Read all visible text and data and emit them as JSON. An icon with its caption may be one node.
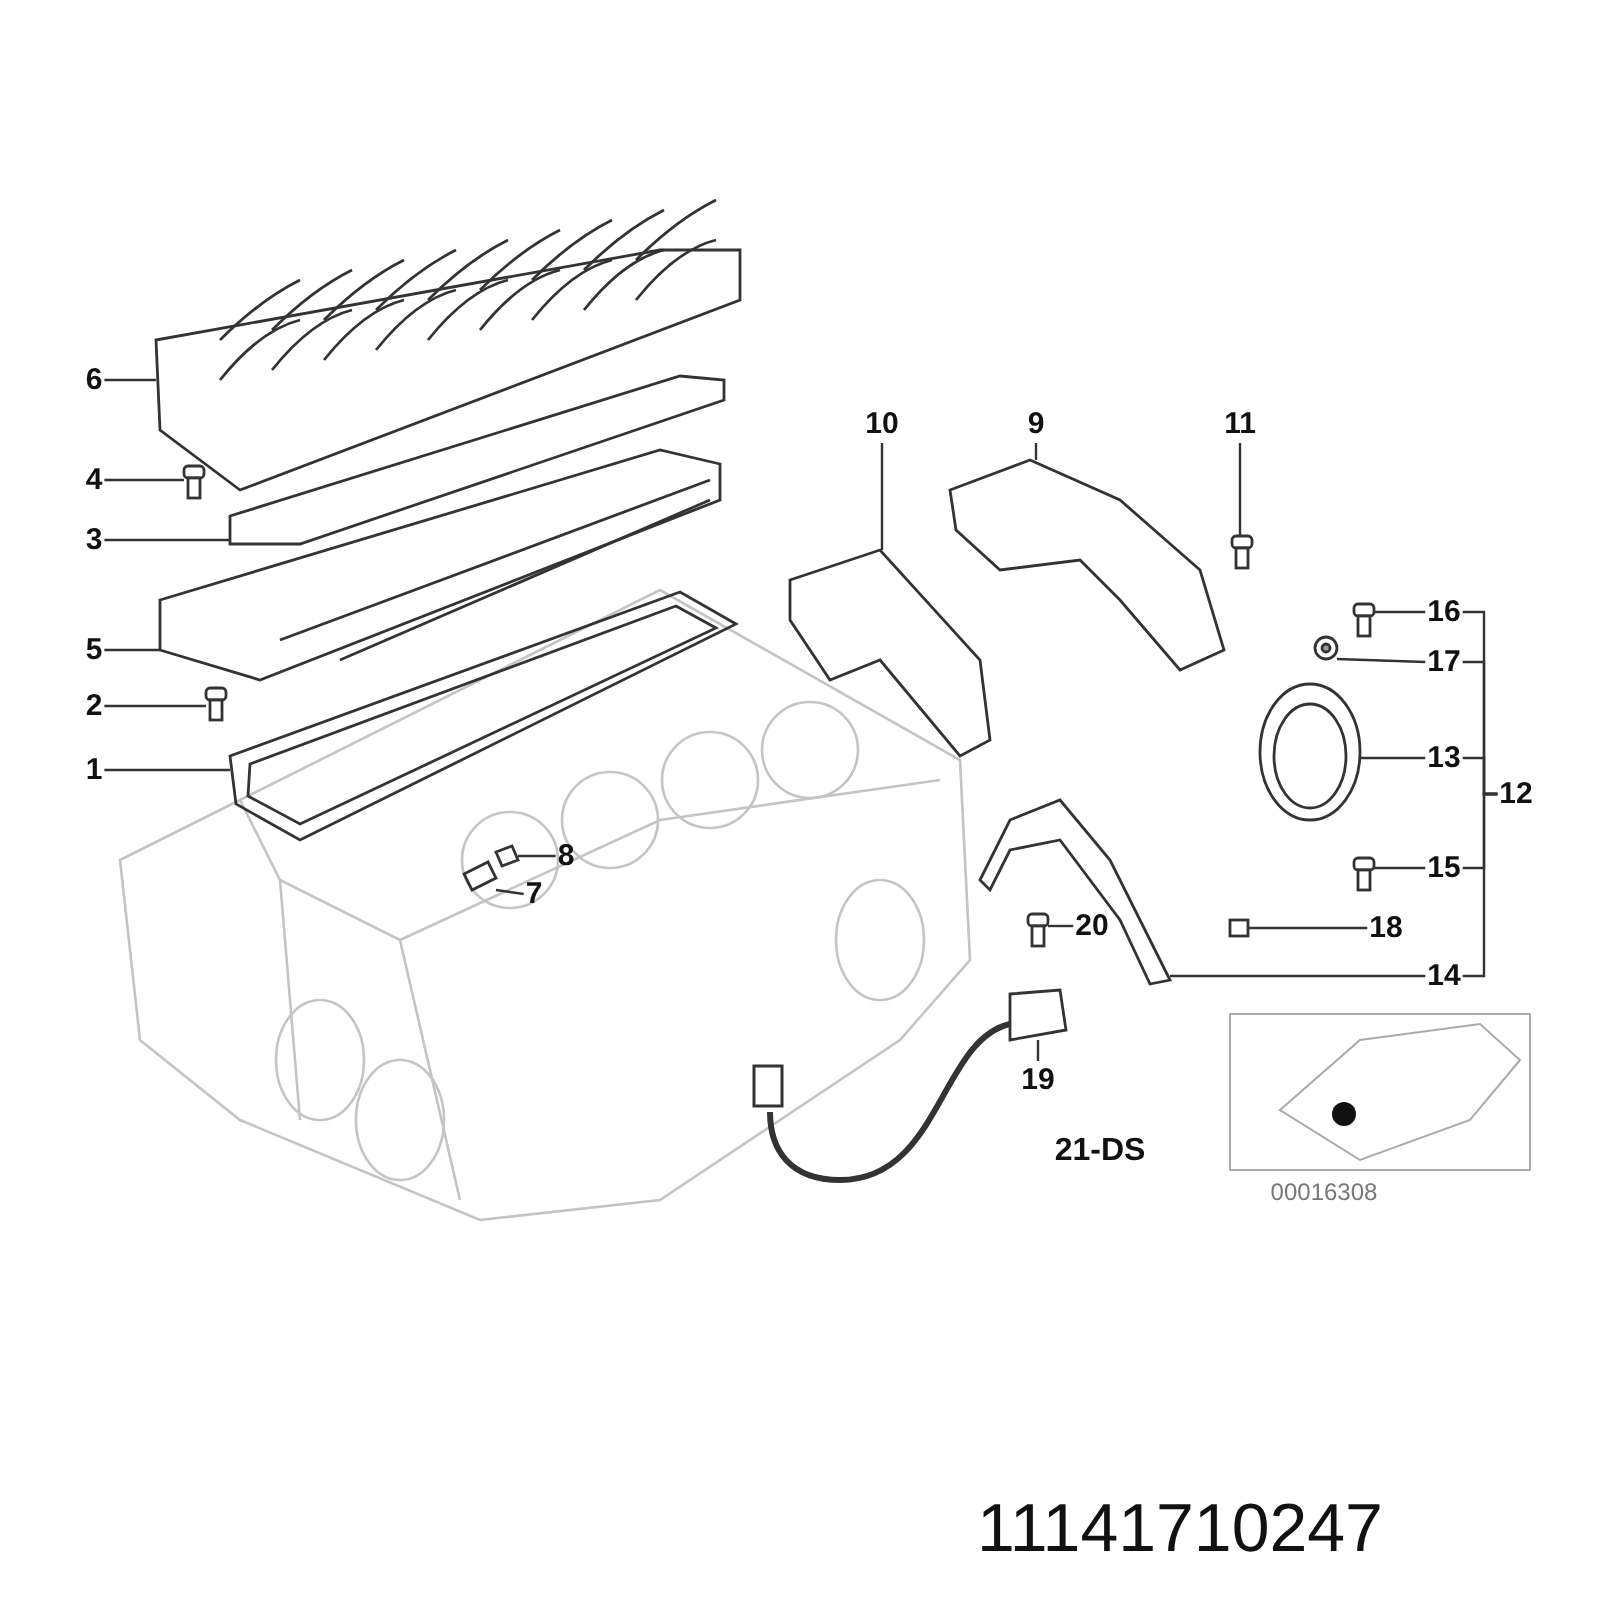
{
  "diagram": {
    "nodes": [
      {
        "text": [
          "6"
        ]
      },
      {
        "text": [
          "10"
        ]
      },
      {
        "text": [
          "9"
        ]
      },
      {
        "text": [
          "11"
        ]
      },
      {
        "text": [
          "4"
        ]
      },
      {
        "text": [
          "3"
        ]
      },
      {
        "text": [
          "16"
        ]
      },
      {
        "text": [
          "5"
        ]
      },
      {
        "text": [
          "17"
        ]
      },
      {
        "text": [
          "2"
        ]
      },
      {
        "text": [
          "13"
        ]
      },
      {
        "text": [
          "1"
        ]
      },
      {
        "text": [
          "8"
        ]
      },
      {
        "text": [
          "15"
        ]
      },
      {
        "text": [
          "7"
        ]
      },
      {
        "text": [
          "20"
        ]
      },
      {
        "text": [
          "18"
        ]
      },
      {
        "text": [
          "14"
        ]
      },
      {
        "text": [
          "19"
        ]
      },
      {
        "text": [
          "12"
        ]
      },
      {
        "text": [],
        "shape": "picture"
      },
      {
        "text": [],
        "shape": "picture"
      },
      {
        "text": [],
        "shape": "picture"
      },
      {
        "text": [],
        "shape": "picture"
      },
      {
        "text": [],
        "shape": "picture"
      },
      {
        "text": [],
        "shape": "picture"
      },
      {
        "text": [],
        "shape": "picture"
      },
      {
        "text": [],
        "shape": "picture"
      },
      {
        "text": [],
        "shape": "picture"
      },
      {
        "text": [],
        "shape": "picture"
      },
      {
        "text": [],
        "shape": "picture"
      },
      {
        "text": [],
        "shape": "picture"
      },
      {
        "text": [],
        "shape": "picture"
      },
      {
        "text": [],
        "shape": "picture"
      },
      {
        "text": [],
        "shape": "picture"
      },
      {
        "text": [],
        "shape": "picture"
      },
      {
        "text": [],
        "shape": "picture"
      },
      {
        "text": [],
        "shape": "picture"
      },
      {
        "text": [],
        "shape": "picture"
      }
    ],
    "edges": [
      {
        "from": 0,
        "to": 20,
        "arrow": "none"
      },
      {
        "from": 1,
        "to": 21,
        "arrow": "none"
      },
      {
        "from": 2,
        "to": 22,
        "arrow": "none"
      },
      {
        "from": 3,
        "to": 23,
        "arrow": "none"
      },
      {
        "from": 4,
        "to": 24,
        "arrow": "none"
      },
      {
        "from": 5,
        "to": 25,
        "arrow": "none"
      },
      {
        "from": 6,
        "to": 26,
        "arrow": "none"
      },
      {
        "from": 7,
        "to": 27,
        "arrow": "none"
      },
      {
        "from": 8,
        "to": 28,
        "arrow": "none"
      },
      {
        "from": 9,
        "to": 29,
        "arrow": "none"
      },
      {
        "from": 10,
        "to": 30,
        "arrow": "none"
      },
      {
        "from": 11,
        "to": 31,
        "arrow": "none"
      },
      {
        "from": 12,
        "to": 32,
        "arrow": "none"
      },
      {
        "from": 13,
        "to": 33,
        "arrow": "none"
      },
      {
        "from": 14,
        "to": 34,
        "arrow": "none"
      },
      {
        "from": 15,
        "to": 35,
        "arrow": "none"
      },
      {
        "from": 16,
        "to": 36,
        "arrow": "none"
      },
      {
        "from": 17,
        "to": 37,
        "arrow": "none"
      },
      {
        "from": 18,
        "to": 38,
        "arrow": "none"
      },
      {
        "from": 19,
        "to": 6,
        "arrow": "none"
      },
      {
        "from": 19,
        "to": 8,
        "arrow": "none"
      },
      {
        "from": 19,
        "to": 10,
        "arrow": "none"
      },
      {
        "from": 19,
        "to": 13,
        "arrow": "none"
      },
      {
        "from": 19,
        "to": 17,
        "arrow": "none"
      }
    ],
    "labels": [
      "21-DS",
      "00016308",
      "11141710247"
    ]
  }
}
